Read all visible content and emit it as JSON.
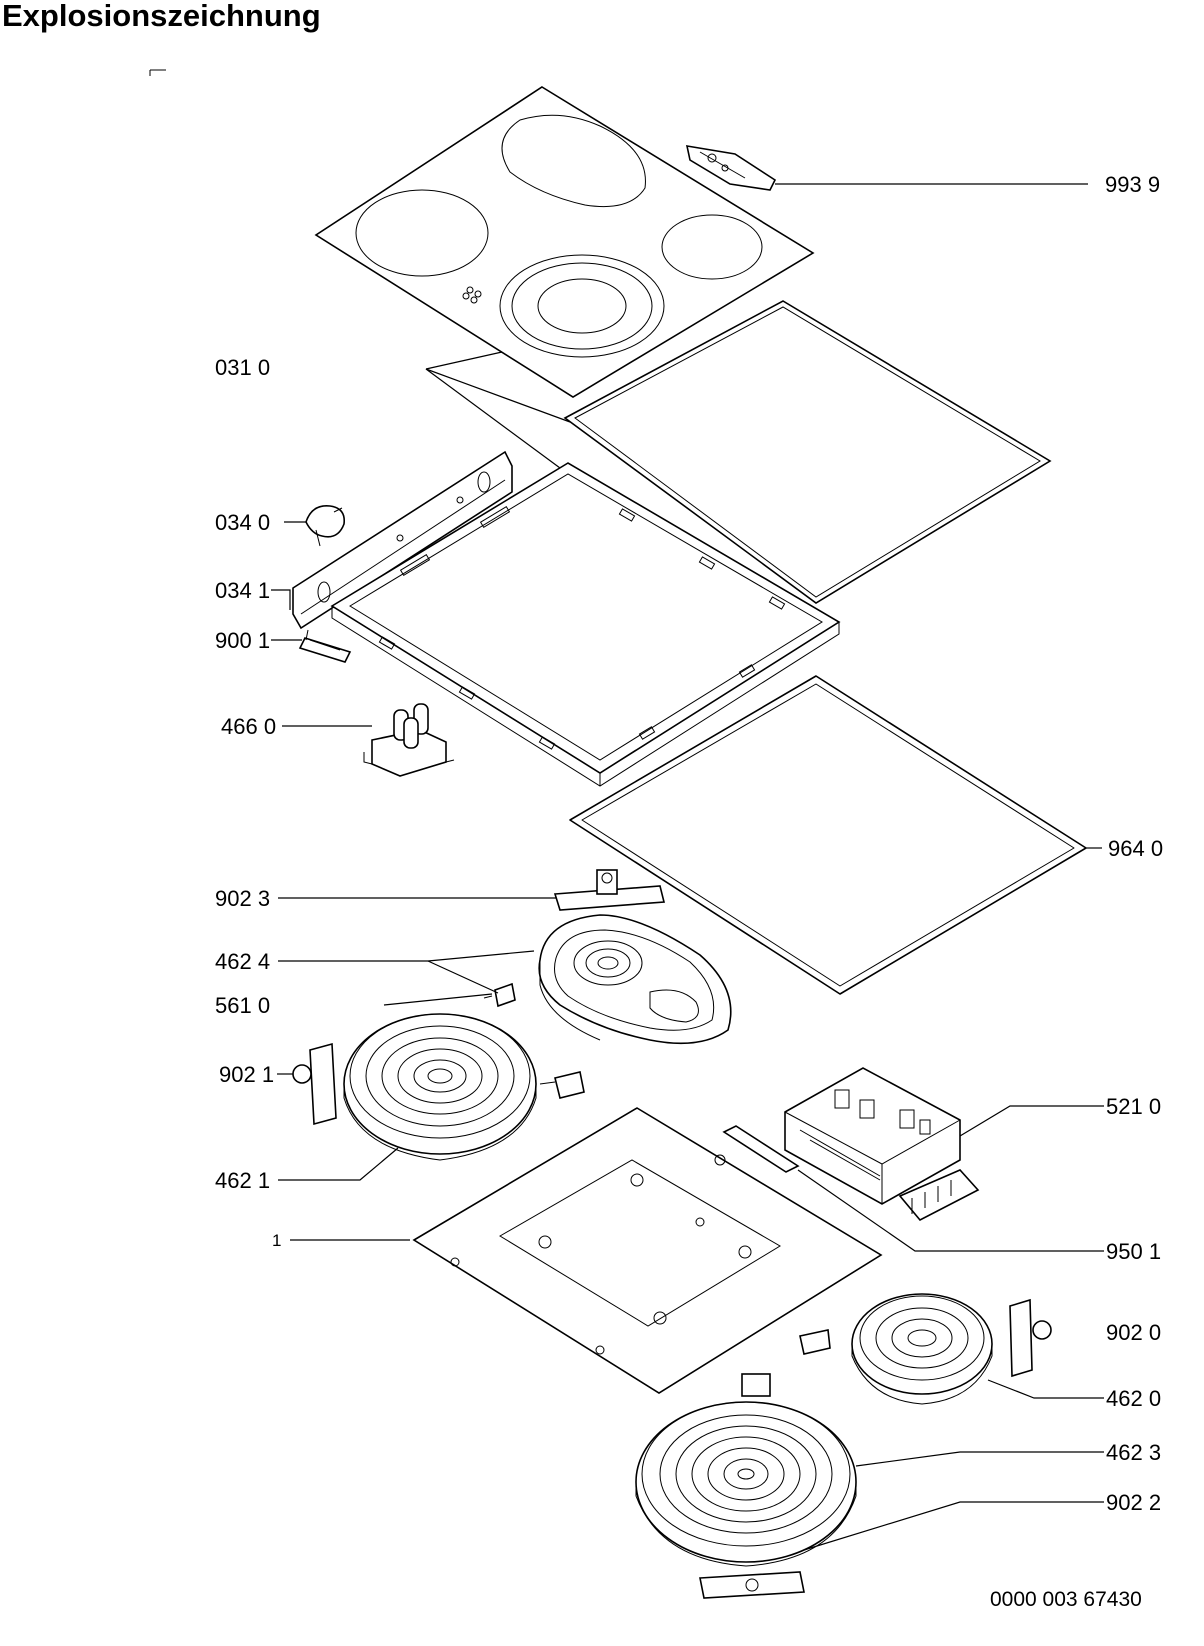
{
  "title": "Explosionszeichnung",
  "document_number": "0000 003 67430",
  "callouts": {
    "c9939": "993 9",
    "c0310": "031 0",
    "c0340": "034 0",
    "c0341": "034 1",
    "c9001": "900 1",
    "c4660": "466 0",
    "c9640": "964 0",
    "c9023": "902 3",
    "c4624": "462 4",
    "c5610": "561 0",
    "c9021": "902 1",
    "c5210": "521 0",
    "c4621": "462 1",
    "c1": "1",
    "c9501": "950 1",
    "c9020": "902 0",
    "c4620": "462 0",
    "c4623": "462 3",
    "c9022": "902 2"
  }
}
